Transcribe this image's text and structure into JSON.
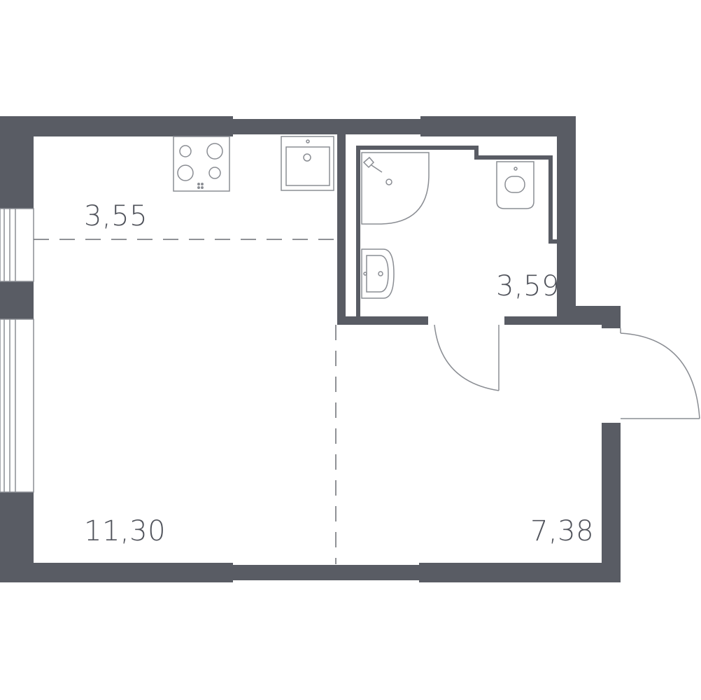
{
  "colors": {
    "wall": "#595c64",
    "fixture_line": "#8a8d93",
    "divider": "#6b6e74",
    "label": "#50535b",
    "background": "#ffffff"
  },
  "rooms": [
    {
      "id": "kitchen-zone",
      "area": "3,55"
    },
    {
      "id": "bathroom",
      "area": "3,59"
    },
    {
      "id": "living-room",
      "area": "11,30"
    },
    {
      "id": "hallway",
      "area": "7,38"
    }
  ],
  "fixtures": [
    "stove-icon",
    "kitchen-sink-icon",
    "shower-icon",
    "toilet-icon",
    "washbasin-icon",
    "bathroom-door-icon",
    "entrance-door-icon",
    "window-icon"
  ]
}
